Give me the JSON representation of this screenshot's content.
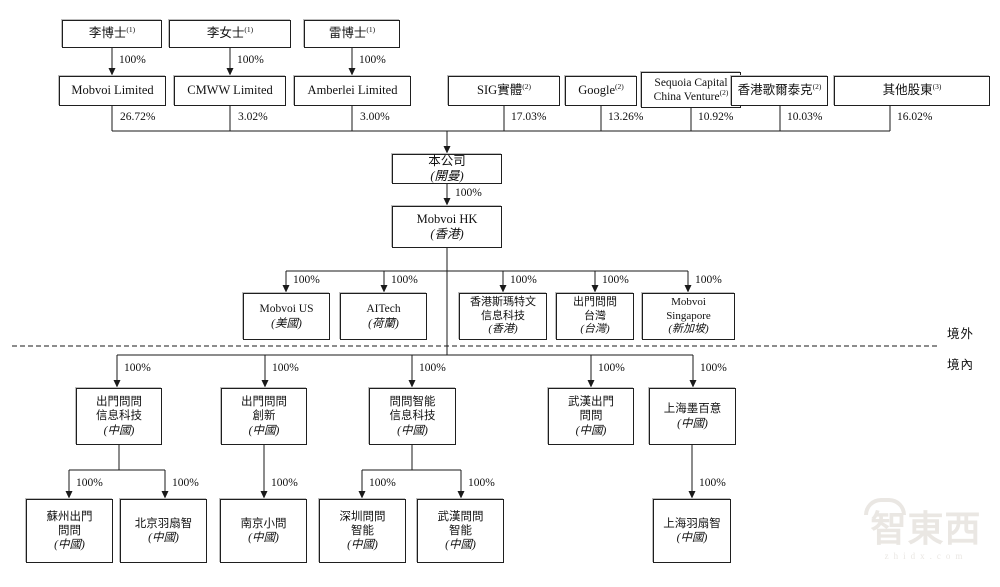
{
  "labels": {
    "offshore": "境外",
    "onshore": "境內",
    "pct100": "100%"
  },
  "watermark": {
    "brand": "智東西",
    "domain": "zhidx.com"
  },
  "nodes": {
    "p1": {
      "line1": "李博士",
      "sup": "(1)"
    },
    "p2": {
      "line1": "李女士",
      "sup": "(1)"
    },
    "p3": {
      "line1": "雷博士",
      "sup": "(1)"
    },
    "mobvoi_ltd": {
      "line1": "Mobvoi Limited",
      "stake": "26.72%"
    },
    "cmww": {
      "line1": "CMWW Limited",
      "stake": "3.02%"
    },
    "amberlei": {
      "line1": "Amberlei Limited",
      "stake": "3.00%"
    },
    "sig": {
      "line1": "SIG實體",
      "sup": "(2)",
      "stake": "17.03%"
    },
    "google": {
      "line1": "Google",
      "sup": "(2)",
      "stake": "13.26%"
    },
    "sequoia": {
      "line1": "Sequoia Capital",
      "line2": "China Venture",
      "sup": "(2)",
      "stake": "10.92%"
    },
    "goertek": {
      "line1": "香港歌爾泰克",
      "sup": "(2)",
      "stake": "10.03%"
    },
    "others": {
      "line1": "其他股東",
      "sup": "(3)",
      "stake": "16.02%"
    },
    "company": {
      "line1": "本公司",
      "loc": "(開曼)"
    },
    "hk": {
      "line1": "Mobvoi HK",
      "loc": "(香港)"
    },
    "us": {
      "line1": "Mobvoi US",
      "loc": "(美國)"
    },
    "aitech": {
      "line1": "AITech",
      "loc": "(荷蘭)"
    },
    "hksmart": {
      "line1": "香港斯瑪特文",
      "line2": "信息科技",
      "loc": "(香港)"
    },
    "taiwan": {
      "line1": "出門問問",
      "line2": "台灣",
      "loc": "(台灣)"
    },
    "singapore": {
      "line1": "Mobvoi",
      "line2": "Singapore",
      "loc": "(新加坡)"
    },
    "bj_info": {
      "line1": "出門問問",
      "line2": "信息科技",
      "loc": "(中國)"
    },
    "innovation": {
      "line1": "出門問問",
      "line2": "創新",
      "loc": "(中國)"
    },
    "ww_ai": {
      "line1": "問問智能",
      "line2": "信息科技",
      "loc": "(中國)"
    },
    "wuhan": {
      "line1": "武漢出門",
      "line2": "問問",
      "loc": "(中國)"
    },
    "mobayi": {
      "line1": "上海墨百意",
      "loc": "(中國)"
    },
    "suzhou": {
      "line1": "蘇州出門",
      "line2": "問問",
      "loc": "(中國)"
    },
    "bj_yss": {
      "line1": "北京羽扇智",
      "loc": "(中國)"
    },
    "nanjing": {
      "line1": "南京小問",
      "loc": "(中國)"
    },
    "shenzhen": {
      "line1": "深圳問問",
      "line2": "智能",
      "loc": "(中國)"
    },
    "wh_ww": {
      "line1": "武漢問問",
      "line2": "智能",
      "loc": "(中國)"
    },
    "sh_yss": {
      "line1": "上海羽扇智",
      "loc": "(中國)"
    }
  }
}
